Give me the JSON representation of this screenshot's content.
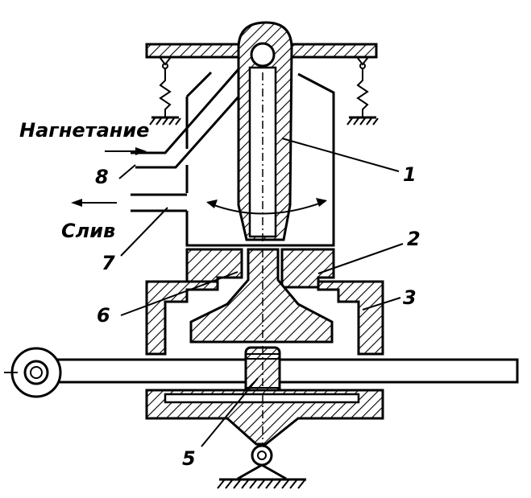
{
  "labels": {
    "injection": "Нагнетание",
    "drain": "Слив",
    "part_1": "1",
    "part_2": "2",
    "part_3": "3",
    "part_5": "5",
    "part_6": "6",
    "part_7": "7",
    "part_8": "8"
  }
}
